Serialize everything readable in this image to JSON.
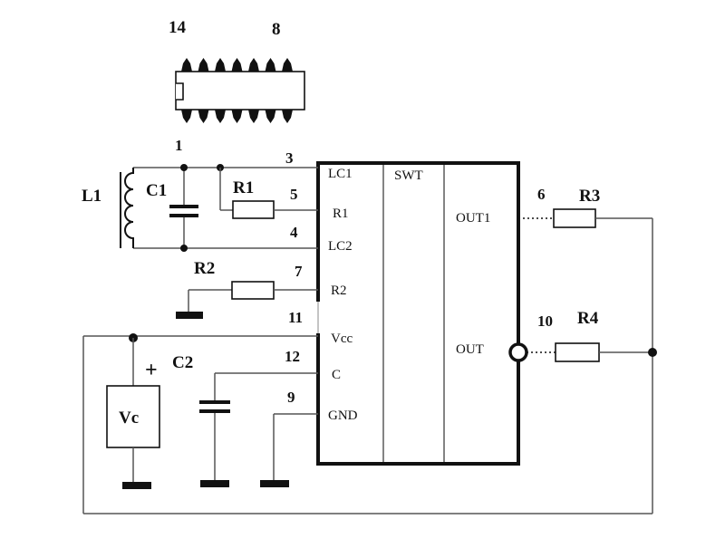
{
  "package": {
    "pin_left_label": "14",
    "pin_right_label": "8",
    "pins_per_side": 7
  },
  "chip": {
    "internal_label": "SWT",
    "pins": {
      "lc1": "LC1",
      "r1": "R1",
      "lc2": "LC2",
      "r2": "R2",
      "vcc": "Vcc",
      "c": "C",
      "gnd": "GND",
      "out1": "OUT1",
      "out": "OUT"
    },
    "pin_numbers": {
      "lc1": "3",
      "r1": "5",
      "lc2": "4",
      "r2": "7",
      "vcc": "11",
      "c": "12",
      "gnd": "9",
      "out1": "6",
      "out": "10",
      "node1": "1"
    }
  },
  "components": {
    "l1": "L1",
    "c1": "C1",
    "r1": "R1",
    "r2": "R2",
    "c2": "C2",
    "c2_polarity": "+",
    "r3": "R3",
    "r4": "R4",
    "vc": "Vc"
  },
  "colors": {
    "ink": "#111111",
    "wire": "#555555",
    "background": "#ffffff"
  }
}
